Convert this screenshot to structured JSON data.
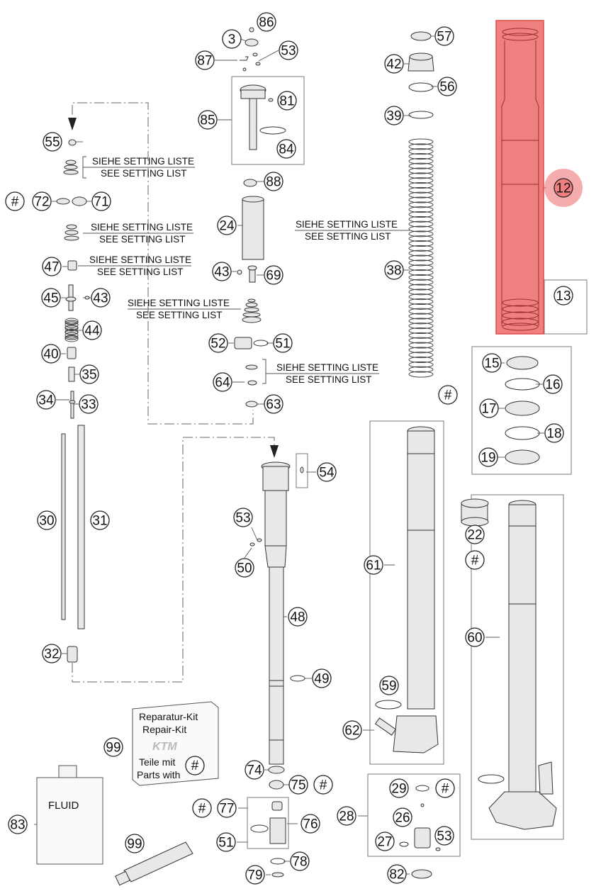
{
  "colors": {
    "highlight_fill": "#f08080",
    "highlight_stroke": "#e24a4a",
    "line": "#555555",
    "part_stroke": "#333333",
    "part_fill": "#e8e8e8"
  },
  "notes": {
    "line_de": "SIEHE SETTING LISTE",
    "line_en": "SEE SETTING LIST"
  },
  "kit": {
    "line1": "Reparatur-Kit",
    "line2": "Repair-Kit",
    "logo": "KTM",
    "line3": "Teile mit",
    "line4": "Parts with",
    "marker": "#"
  },
  "fluid": {
    "label": "FLUID"
  },
  "callouts": [
    {
      "label": "86"
    },
    {
      "label": "3"
    },
    {
      "label": "53"
    },
    {
      "label": "87"
    },
    {
      "label": "81"
    },
    {
      "label": "85"
    },
    {
      "label": "84"
    },
    {
      "label": "88"
    },
    {
      "label": "24"
    },
    {
      "label": "43"
    },
    {
      "label": "69"
    },
    {
      "label": "52"
    },
    {
      "label": "51"
    },
    {
      "label": "64"
    },
    {
      "label": "63"
    },
    {
      "label": "57"
    },
    {
      "label": "42"
    },
    {
      "label": "56"
    },
    {
      "label": "39"
    },
    {
      "label": "38"
    },
    {
      "label": "12"
    },
    {
      "label": "13"
    },
    {
      "label": "55"
    },
    {
      "label": "#"
    },
    {
      "label": "72"
    },
    {
      "label": "71"
    },
    {
      "label": "47"
    },
    {
      "label": "45"
    },
    {
      "label": "43"
    },
    {
      "label": "44"
    },
    {
      "label": "40"
    },
    {
      "label": "35"
    },
    {
      "label": "34"
    },
    {
      "label": "33"
    },
    {
      "label": "30"
    },
    {
      "label": "31"
    },
    {
      "label": "32"
    },
    {
      "label": "15"
    },
    {
      "label": "16"
    },
    {
      "label": "#"
    },
    {
      "label": "17"
    },
    {
      "label": "18"
    },
    {
      "label": "19"
    },
    {
      "label": "54"
    },
    {
      "label": "53"
    },
    {
      "label": "50"
    },
    {
      "label": "48"
    },
    {
      "label": "49"
    },
    {
      "label": "61"
    },
    {
      "label": "22"
    },
    {
      "label": "#"
    },
    {
      "label": "60"
    },
    {
      "label": "59"
    },
    {
      "label": "62"
    },
    {
      "label": "99"
    },
    {
      "label": "83"
    },
    {
      "label": "74"
    },
    {
      "label": "75"
    },
    {
      "label": "#"
    },
    {
      "label": "#"
    },
    {
      "label": "77"
    },
    {
      "label": "76"
    },
    {
      "label": "51"
    },
    {
      "label": "78"
    },
    {
      "label": "79"
    },
    {
      "label": "99"
    },
    {
      "label": "28"
    },
    {
      "label": "29"
    },
    {
      "label": "#"
    },
    {
      "label": "26"
    },
    {
      "label": "27"
    },
    {
      "label": "53"
    },
    {
      "label": "82"
    }
  ]
}
